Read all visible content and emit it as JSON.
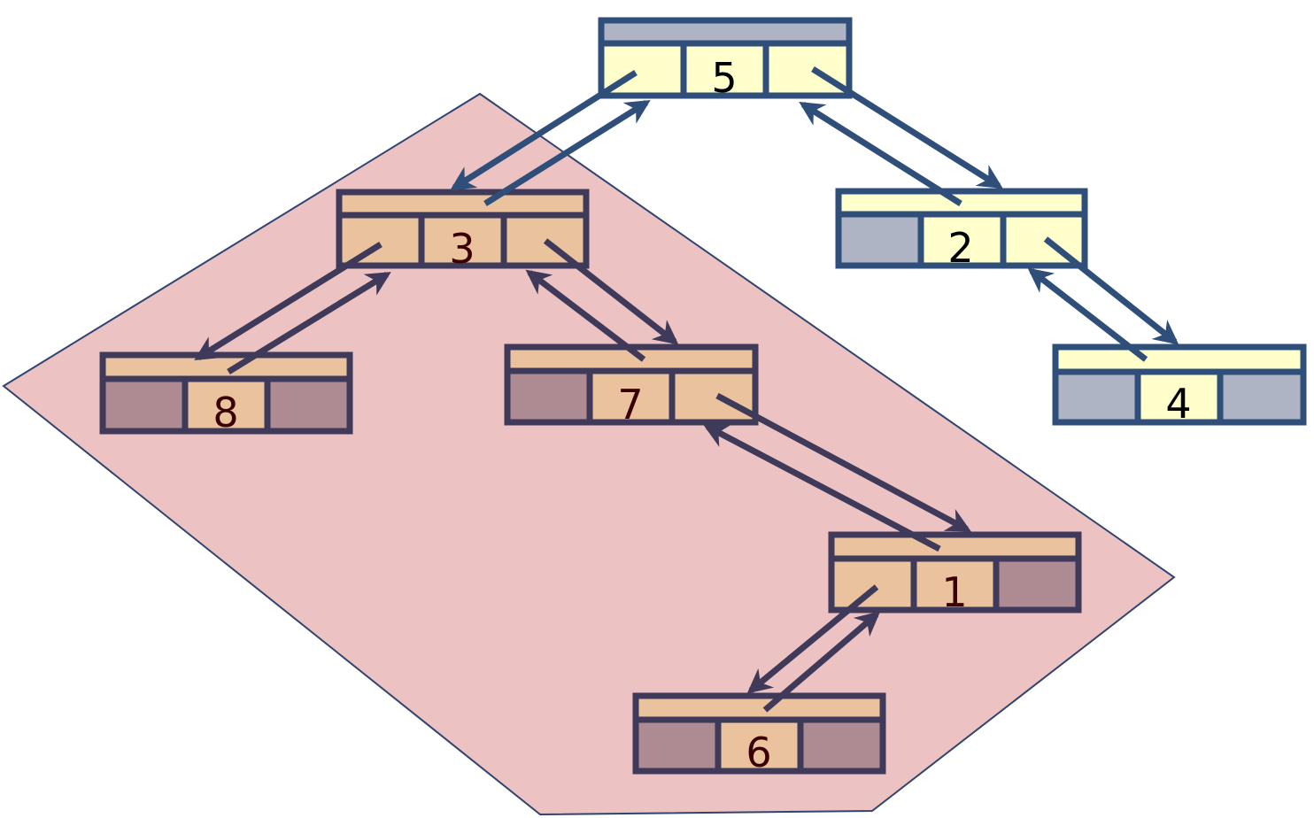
{
  "colors": {
    "region_fill": "#ecc2c2",
    "region_stroke": "#2f4570",
    "main_stroke": "#2f4f7a",
    "main_fill": "#ffffcc",
    "main_empty": "#aeb4c4",
    "sub_stroke": "#3f3a5a",
    "sub_fill": "#eac39e",
    "sub_empty": "#ae8a92",
    "main_text": "#000000",
    "sub_text": "#3a0000"
  },
  "nodes": {
    "n5": {
      "label": "5"
    },
    "n3": {
      "label": "3"
    },
    "n2": {
      "label": "2"
    },
    "n8": {
      "label": "8"
    },
    "n7": {
      "label": "7"
    },
    "n4": {
      "label": "4"
    },
    "n1": {
      "label": "1"
    },
    "n6": {
      "label": "6"
    }
  }
}
